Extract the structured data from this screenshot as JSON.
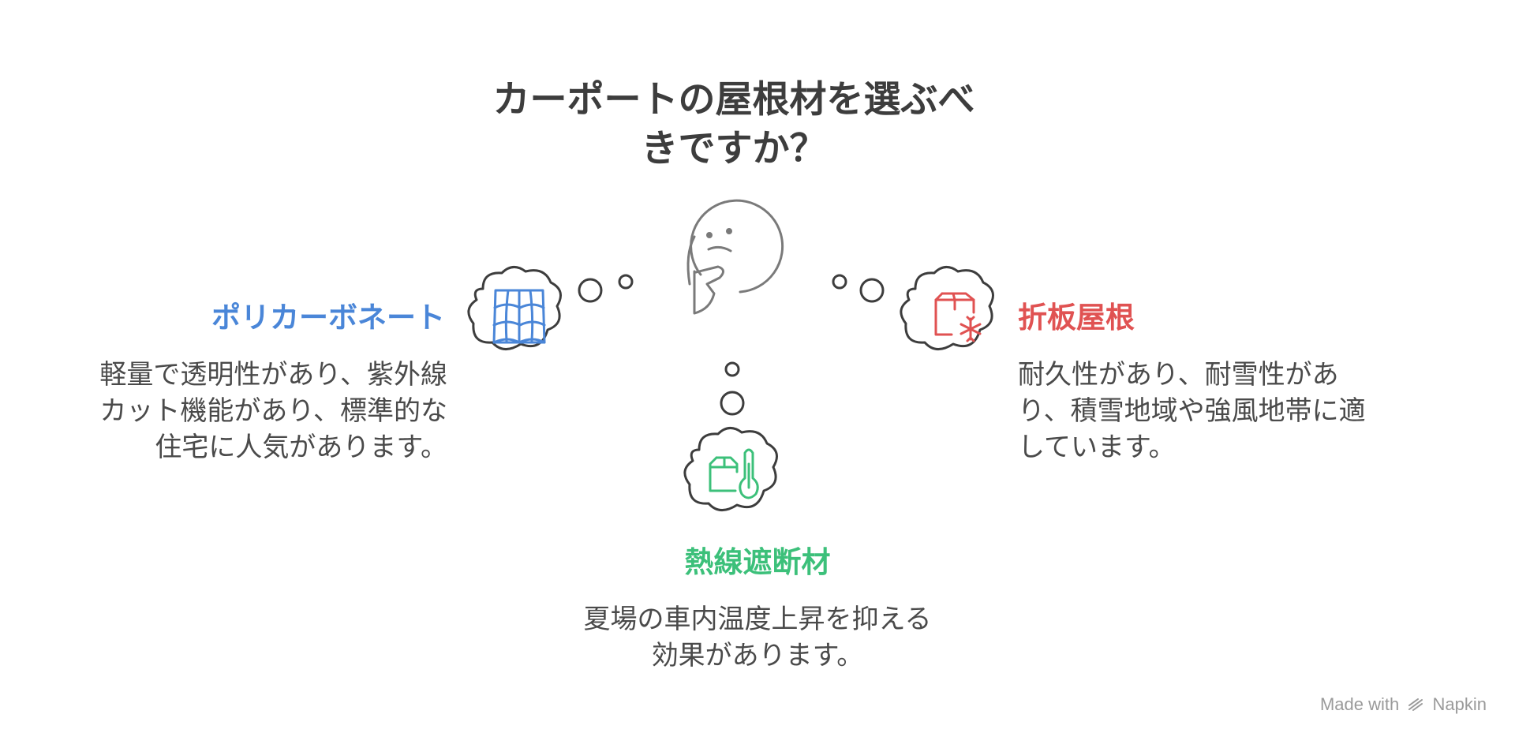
{
  "title": "カーポートの屋根材を選ぶべ\nきですか？",
  "colors": {
    "polycarbonate": "#4a86d8",
    "folded_plate": "#e05252",
    "heat_shield": "#3cc07a",
    "outline": "#3d3d3d",
    "thinker": "#7a7a7a"
  },
  "options": {
    "left": {
      "heading": "ポリカーボネート",
      "description": "軽量で透明性があり、紫外線\nカット機能があり、標準的な\n住宅に人気があります。",
      "icon": "roof-tiles-icon"
    },
    "right": {
      "heading": "折板屋根",
      "description": "耐久性があり、耐雪性があ\nり、積雪地域や強風地帯に適\nしています。",
      "icon": "box-snowflake-icon"
    },
    "bottom": {
      "heading": "熱線遮断材",
      "description": "夏場の車内温度上昇を抑える\n効果があります。",
      "icon": "box-thermometer-icon"
    }
  },
  "center_icon": "thinking-face-icon",
  "watermark": {
    "prefix": "Made with",
    "brand": "Napkin"
  }
}
